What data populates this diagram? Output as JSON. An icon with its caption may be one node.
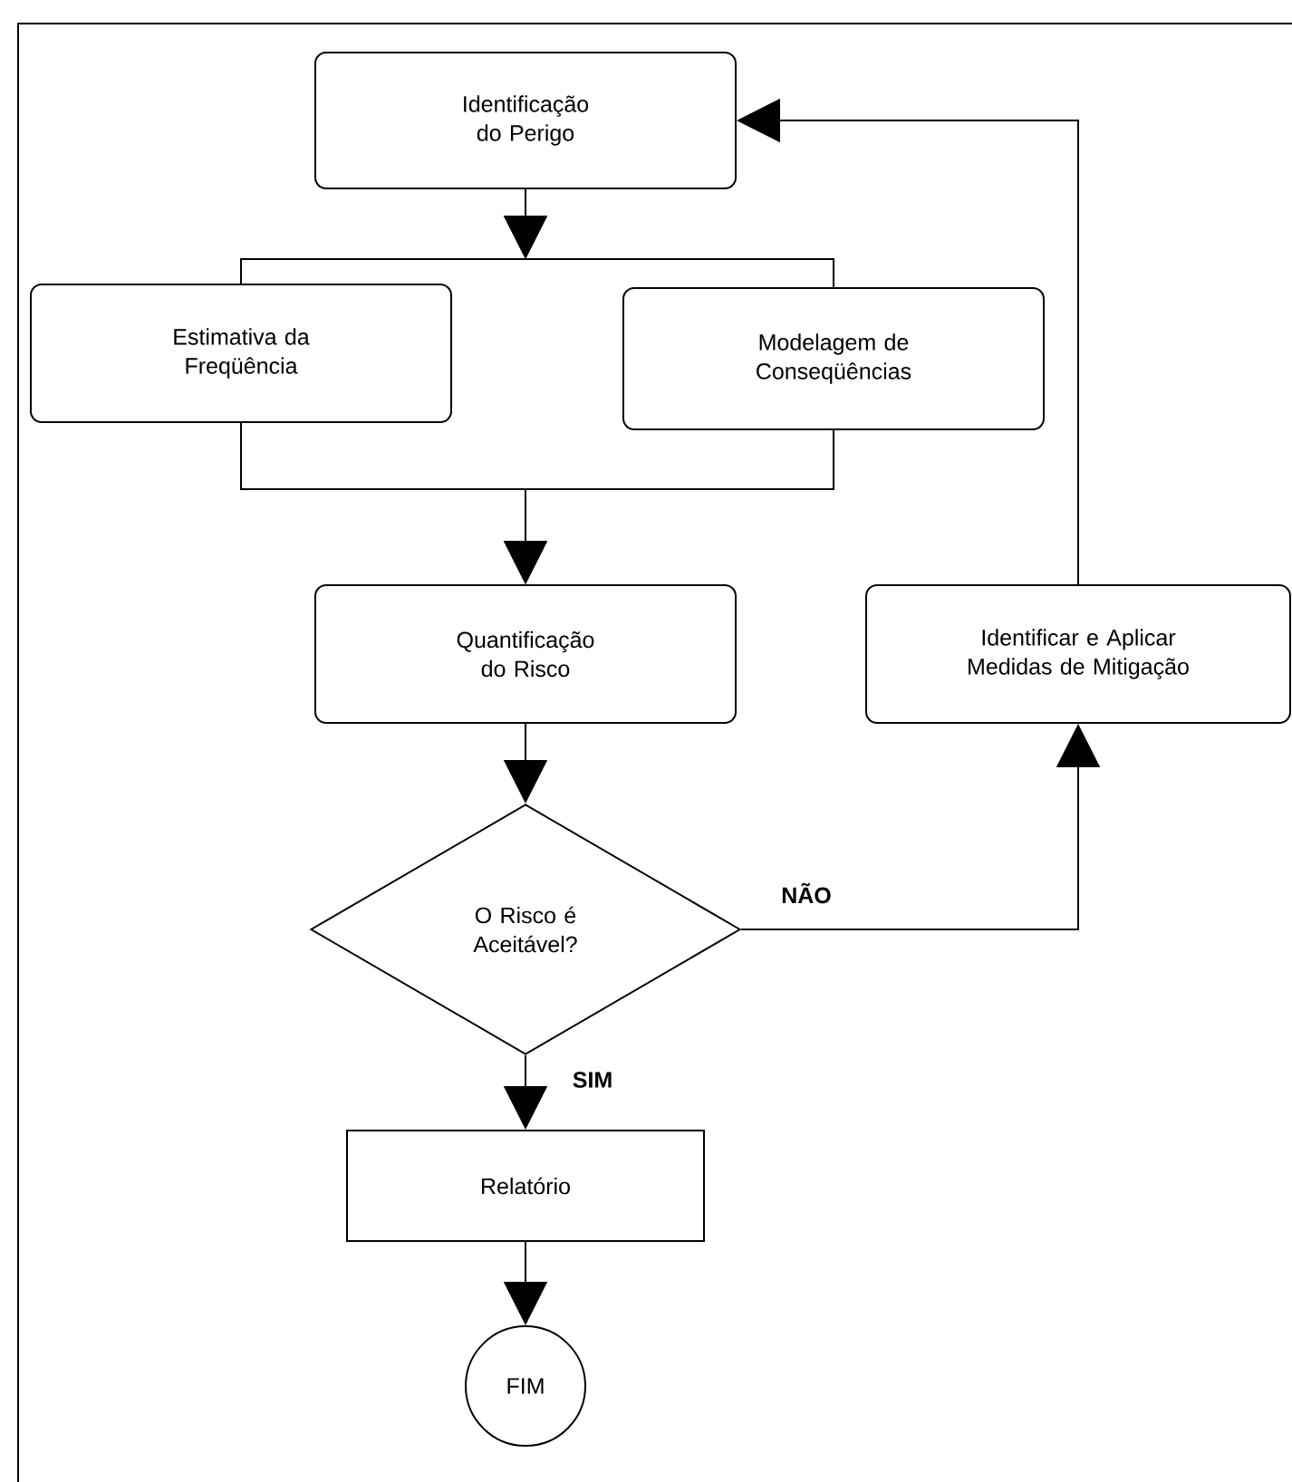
{
  "diagram": {
    "nodes": [
      {
        "text": [
          "Identificação do Perigo"
        ]
      },
      {
        "text": [
          "Estimativa da Freqüência"
        ]
      },
      {
        "text": [
          "Modelagem de Conseqüências"
        ]
      },
      {
        "text": [
          "Quantificação do Risco"
        ]
      },
      {
        "text": [
          "O Risco é Aceitável?"
        ]
      },
      {
        "text": [
          "Relatório"
        ]
      },
      {
        "text": [
          "Identificar e Aplicar Medidas de Mitigação"
        ]
      },
      {
        "text": [
          "FIM"
        ]
      }
    ],
    "edges": [
      {
        "from": 0,
        "to": 1,
        "arrow": "to"
      },
      {
        "from": 0,
        "to": 2,
        "arrow": "to"
      },
      {
        "from": 1,
        "to": 3,
        "arrow": "to"
      },
      {
        "from": 2,
        "to": 3,
        "arrow": "to"
      },
      {
        "from": 3,
        "to": 4,
        "arrow": "to"
      },
      {
        "from": 4,
        "to": 5,
        "arrow": "to",
        "label": "SIM"
      },
      {
        "from": 4,
        "to": 6,
        "arrow": "to",
        "label": "NÃO"
      },
      {
        "from": 6,
        "to": 0,
        "arrow": "to"
      },
      {
        "from": 5,
        "to": 7,
        "arrow": "to"
      }
    ]
  }
}
